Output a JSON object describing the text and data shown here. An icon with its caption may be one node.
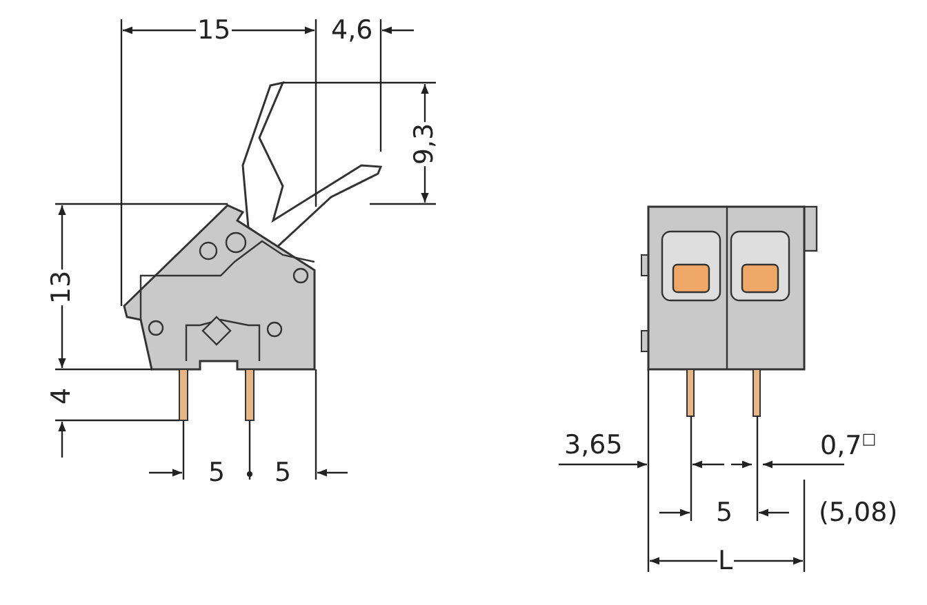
{
  "diagram": {
    "labels": [
      "15",
      "4,6",
      "9,3",
      "13",
      "4",
      "5",
      "5",
      "3,65",
      "0,7$^{□}$",
      "5",
      "(5,08)",
      "L"
    ]
  }
}
